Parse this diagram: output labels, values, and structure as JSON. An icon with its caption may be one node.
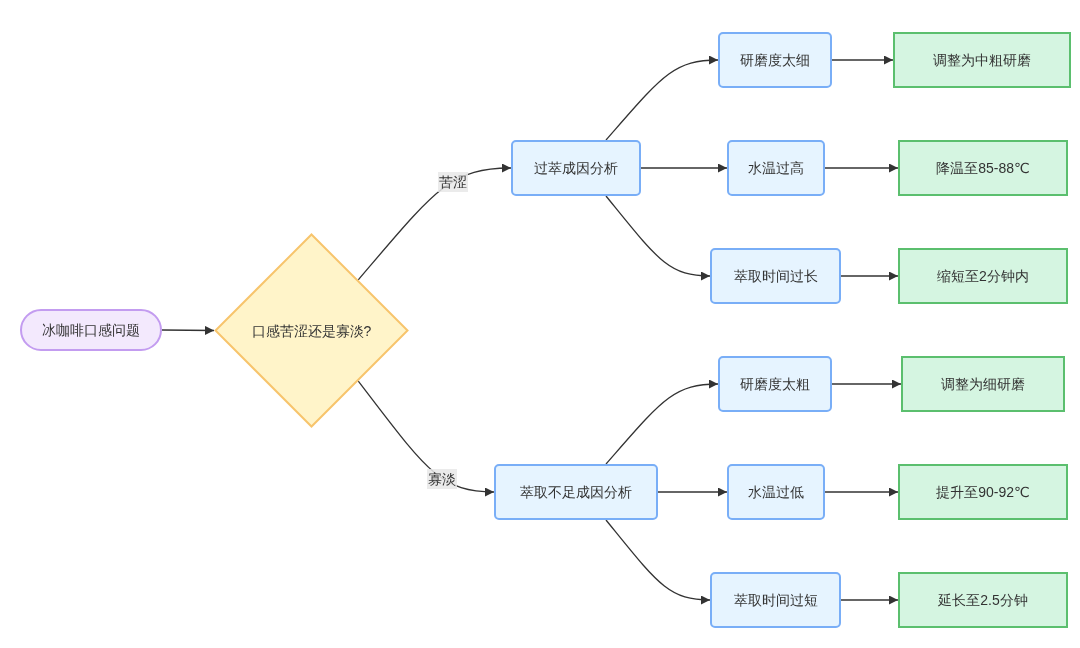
{
  "diagram": {
    "nodes": [
      {
        "text": [
          "冰咖啡口感问题"
        ]
      },
      {
        "text": [
          "口感苦涩还是寡淡?"
        ]
      },
      {
        "text": [
          "过萃成因分析"
        ]
      },
      {
        "text": [
          "研磨度太细"
        ]
      },
      {
        "text": [
          "调整为中粗研磨"
        ]
      },
      {
        "text": [
          "水温过高"
        ]
      },
      {
        "text": [
          "降温至85-88℃"
        ]
      },
      {
        "text": [
          "萃取时间过长"
        ]
      },
      {
        "text": [
          "缩短至2分钟内"
        ]
      },
      {
        "text": [
          "萃取不足成因分析"
        ]
      },
      {
        "text": [
          "研磨度太粗"
        ]
      },
      {
        "text": [
          "调整为细研磨"
        ]
      },
      {
        "text": [
          "水温过低"
        ]
      },
      {
        "text": [
          "提升至90-92℃"
        ]
      },
      {
        "text": [
          "萃取时间过短"
        ]
      },
      {
        "text": [
          "延长至2.5分钟"
        ]
      }
    ],
    "edges": [
      {
        "from": 0,
        "to": 1,
        "arrow": "to"
      },
      {
        "from": 1,
        "to": 2,
        "arrow": "to",
        "label": "苦涩"
      },
      {
        "from": 1,
        "to": 9,
        "arrow": "to",
        "label": "寡淡"
      },
      {
        "from": 2,
        "to": 3,
        "arrow": "to"
      },
      {
        "from": 2,
        "to": 5,
        "arrow": "to"
      },
      {
        "from": 2,
        "to": 7,
        "arrow": "to"
      },
      {
        "from": 3,
        "to": 4,
        "arrow": "to"
      },
      {
        "from": 5,
        "to": 6,
        "arrow": "to"
      },
      {
        "from": 7,
        "to": 8,
        "arrow": "to"
      },
      {
        "from": 9,
        "to": 10,
        "arrow": "to"
      },
      {
        "from": 9,
        "to": 12,
        "arrow": "to"
      },
      {
        "from": 9,
        "to": 14,
        "arrow": "to"
      },
      {
        "from": 10,
        "to": 11,
        "arrow": "to"
      },
      {
        "from": 12,
        "to": 13,
        "arrow": "to"
      },
      {
        "from": 14,
        "to": 15,
        "arrow": "to"
      }
    ]
  }
}
